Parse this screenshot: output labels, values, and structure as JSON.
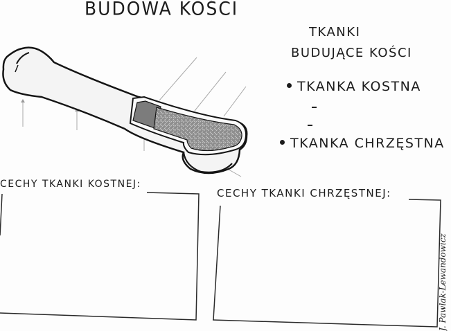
{
  "worksheet": {
    "title": "Budowa kości",
    "side_panel": {
      "heading_line_1": "Tkanki",
      "heading_line_2": "budujące kości",
      "bullets": [
        {
          "label": "Tkanka kostna"
        },
        {
          "label": "Tkanka chrzęstna"
        }
      ],
      "blank_dashes": [
        "-",
        "-"
      ]
    },
    "diagram": {
      "subject": "bone-cross-section",
      "unlabeled_pointer_lines": 8
    },
    "answer_boxes": [
      {
        "label": "Cechy tkanki kostnej:"
      },
      {
        "label": "Cechy tkanki chrzęstnej:"
      }
    ],
    "author": "J. Pawlak-Lewandowicz"
  }
}
